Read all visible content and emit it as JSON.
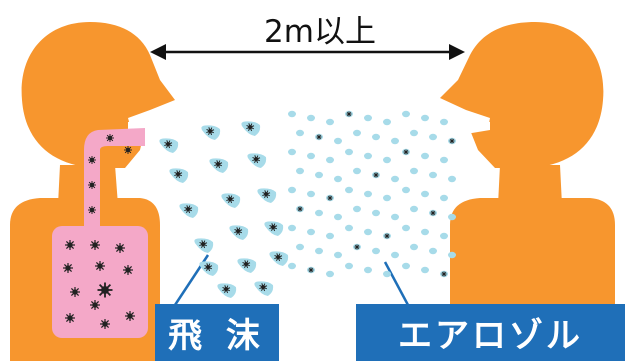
{
  "distance_label": "2m以上",
  "droplet_label": "飛 沫",
  "aerosol_label": "エアロゾル",
  "colors": {
    "person": "#f7962e",
    "lungs": "#f4a8c8",
    "droplet": "#a7dbe9",
    "virus": "#222222",
    "label_bg": "#1f6fb8"
  }
}
